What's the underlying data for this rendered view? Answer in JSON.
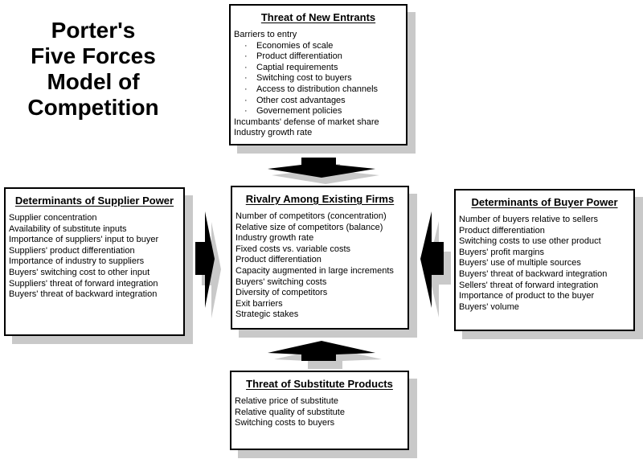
{
  "page_title": "Porter's\nFive Forces\nModel of\nCompetition",
  "bullet": "·",
  "colors": {
    "background": "#ffffff",
    "text": "#000000",
    "border": "#000000",
    "arrow": "#000000",
    "shadow": "#c9c9c9"
  },
  "boxes": {
    "new_entrants": {
      "title": "Threat of New Entrants",
      "items": [
        {
          "text": "Barriers to entry",
          "level": 0
        },
        {
          "text": "Economies of scale",
          "level": 1
        },
        {
          "text": "Product differentiation",
          "level": 1
        },
        {
          "text": "Captial requirements",
          "level": 1
        },
        {
          "text": "Switching cost to buyers",
          "level": 1
        },
        {
          "text": "Access to distribution channels",
          "level": 1
        },
        {
          "text": "Other cost advantages",
          "level": 1
        },
        {
          "text": "Governement policies",
          "level": 1
        },
        {
          "text": "Incumbants' defense of market share",
          "level": 0
        },
        {
          "text": "Industry growth rate",
          "level": 0
        }
      ]
    },
    "supplier_power": {
      "title": "Determinants of Supplier Power",
      "items": [
        {
          "text": "Supplier concentration",
          "level": 0
        },
        {
          "text": "Availability of substitute inputs",
          "level": 0
        },
        {
          "text": "Importance of suppliers' input to buyer",
          "level": 0
        },
        {
          "text": "Suppliers' product differentiation",
          "level": 0
        },
        {
          "text": "Importance of industry to suppliers",
          "level": 0
        },
        {
          "text": "Buyers' switching cost to other input",
          "level": 0
        },
        {
          "text": "Suppliers' threat of forward integration",
          "level": 0
        },
        {
          "text": "Buyers' threat of backward integration",
          "level": 0
        }
      ]
    },
    "rivalry": {
      "title": "Rivalry Among Existing Firms",
      "items": [
        {
          "text": "Number of competitors (concentration)",
          "level": 0
        },
        {
          "text": "Relative size of competitors (balance)",
          "level": 0
        },
        {
          "text": "Industry growth rate",
          "level": 0
        },
        {
          "text": "Fixed costs vs. variable costs",
          "level": 0
        },
        {
          "text": "Product differentiation",
          "level": 0
        },
        {
          "text": "Capacity augmented in large increments",
          "level": 0
        },
        {
          "text": "Buyers' switching costs",
          "level": 0
        },
        {
          "text": "Diversity of competitors",
          "level": 0
        },
        {
          "text": "Exit barriers",
          "level": 0
        },
        {
          "text": "Strategic stakes",
          "level": 0
        }
      ]
    },
    "buyer_power": {
      "title": "Determinants of Buyer Power",
      "items": [
        {
          "text": "Number of buyers relative to sellers",
          "level": 0
        },
        {
          "text": "Product differentiation",
          "level": 0
        },
        {
          "text": "Switching costs to use other product",
          "level": 0
        },
        {
          "text": "Buyers' profit margins",
          "level": 0
        },
        {
          "text": "Buyers' use of multiple sources",
          "level": 0
        },
        {
          "text": "Buyers' threat of backward integration",
          "level": 0
        },
        {
          "text": "Sellers' threat of forward integration",
          "level": 0
        },
        {
          "text": "Importance of product to the buyer",
          "level": 0
        },
        {
          "text": "Buyers' volume",
          "level": 0
        }
      ]
    },
    "substitutes": {
      "title": "Threat of Substitute Products",
      "items": [
        {
          "text": "Relative price of substitute",
          "level": 0
        },
        {
          "text": "Relative quality of substitute",
          "level": 0
        },
        {
          "text": "Switching costs to buyers",
          "level": 0
        }
      ]
    }
  }
}
